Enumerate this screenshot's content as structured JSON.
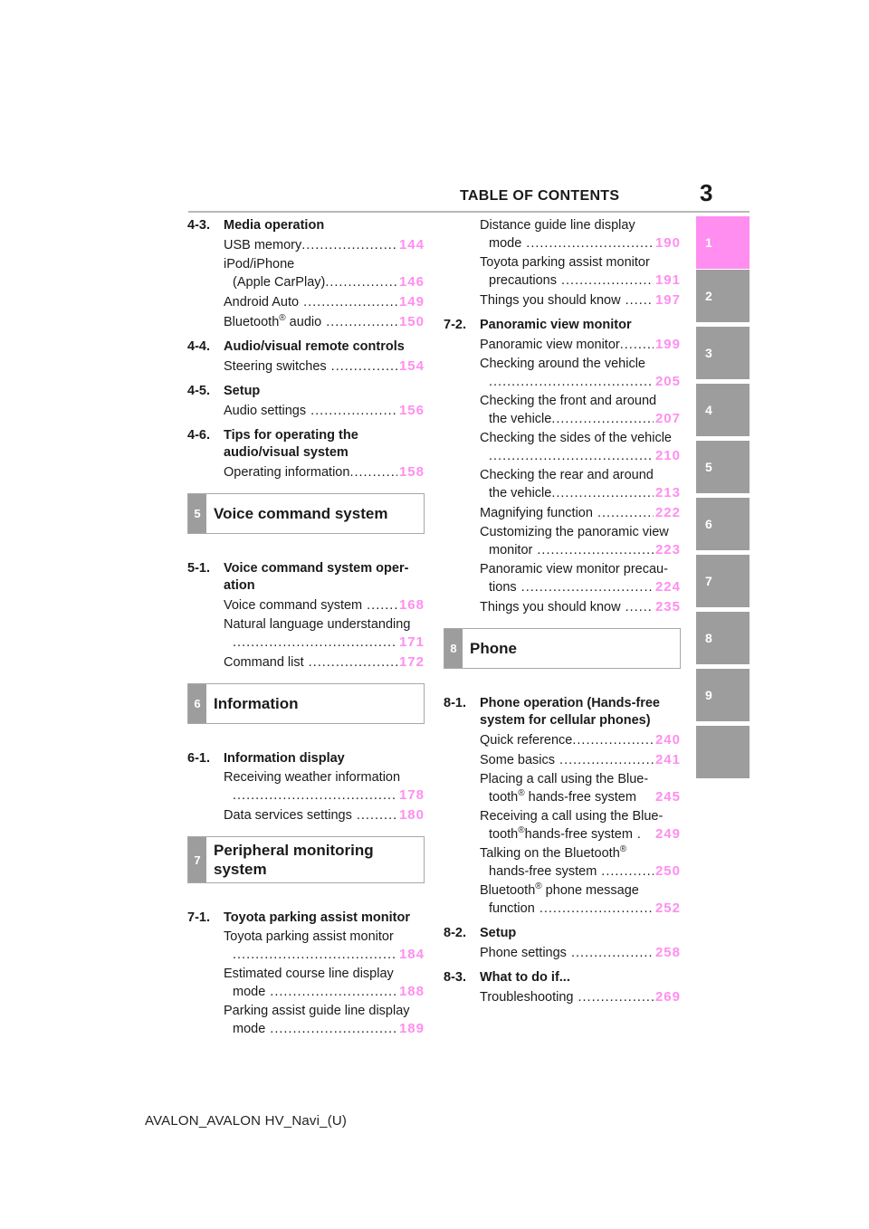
{
  "header": {
    "title": "TABLE OF CONTENTS",
    "page_number": "3"
  },
  "side_tabs": [
    {
      "label": "1",
      "active": true
    },
    {
      "label": "2"
    },
    {
      "label": "3"
    },
    {
      "label": "4"
    },
    {
      "label": "5"
    },
    {
      "label": "6"
    },
    {
      "label": "7"
    },
    {
      "label": "8"
    },
    {
      "label": "9"
    },
    {
      "label": ""
    }
  ],
  "col1": {
    "s43": {
      "num": "4-3.",
      "title": "Media operation",
      "e1": {
        "l1": "USB memory",
        "page": "144"
      },
      "e2": {
        "l1": "iPod/iPhone",
        "l2": "(Apple CarPlay)",
        "page": "146"
      },
      "e3": {
        "l1": "Android Auto",
        "page": "149"
      },
      "e4": {
        "l1": "Bluetooth",
        "sup": "®",
        "l1b": " audio",
        "page": "150"
      }
    },
    "s44": {
      "num": "4-4.",
      "title": "Audio/visual remote controls",
      "e1": {
        "l1": "Steering switches",
        "page": "154"
      }
    },
    "s45": {
      "num": "4-5.",
      "title": "Setup",
      "e1": {
        "l1": "Audio settings",
        "page": "156"
      }
    },
    "s46": {
      "num": "4-6.",
      "title": "Tips for operating the audio/visual system",
      "e1": {
        "l1": "Operating information",
        "page": "158"
      }
    },
    "box5": {
      "num": "5",
      "title": "Voice command system"
    },
    "s51": {
      "num": "5-1.",
      "title": "Voice command system oper-ation",
      "e1": {
        "l1": "Voice command system",
        "page": "168"
      },
      "e2": {
        "l1": "Natural language understanding",
        "page": "171"
      },
      "e3": {
        "l1": "Command list",
        "page": "172"
      }
    },
    "box6": {
      "num": "6",
      "title": "Information"
    },
    "s61": {
      "num": "6-1.",
      "title": "Information display",
      "e1": {
        "l1": "Receiving weather information",
        "page": "178"
      },
      "e2": {
        "l1": "Data services settings",
        "page": "180"
      }
    },
    "box7": {
      "num": "7",
      "title": "Peripheral monitoring system"
    },
    "s71": {
      "num": "7-1.",
      "title": "Toyota parking assist monitor",
      "e1": {
        "l1": "Toyota parking assist monitor",
        "page": "184"
      },
      "e2": {
        "l1": "Estimated course line display",
        "l2": "mode",
        "page": "188"
      },
      "e3": {
        "l1": "Parking assist guide line display",
        "l2": "mode",
        "page": "189"
      }
    }
  },
  "col2": {
    "cont": {
      "e1": {
        "l1": "Distance guide line display",
        "l2": "mode",
        "page": "190"
      },
      "e2": {
        "l1": "Toyota parking assist monitor",
        "l2": "precautions",
        "page": "191"
      },
      "e3": {
        "l1": "Things you should know",
        "page": "197"
      }
    },
    "s72": {
      "num": "7-2.",
      "title": "Panoramic view monitor",
      "e1": {
        "l1": "Panoramic view monitor",
        "page": "199"
      },
      "e2": {
        "l1": "Checking around the vehicle",
        "page": "205"
      },
      "e3": {
        "l1": "Checking the front and around",
        "l2": "the vehicle",
        "page": "207"
      },
      "e4": {
        "l1": "Checking the sides of the vehicle",
        "page": "210"
      },
      "e5": {
        "l1": "Checking the rear and around",
        "l2": "the vehicle",
        "page": "213"
      },
      "e6": {
        "l1": "Magnifying function",
        "page": "222"
      },
      "e7": {
        "l1": "Customizing the panoramic view",
        "l2": "monitor",
        "page": "223"
      },
      "e8": {
        "l1": "Panoramic view monitor precau-",
        "l2": "tions",
        "page": "224"
      },
      "e9": {
        "l1": "Things you should know",
        "page": "235"
      }
    },
    "box8": {
      "num": "8",
      "title": "Phone"
    },
    "s81": {
      "num": "8-1.",
      "title": "Phone operation (Hands-free system for cellular phones)",
      "e1": {
        "l1": "Quick reference",
        "page": "240"
      },
      "e2": {
        "l1": "Some basics",
        "page": "241"
      },
      "e3": {
        "l1": "Placing a call using the Blue-",
        "l2": "tooth",
        "sup": "®",
        "l2b": " hands-free system",
        "page": "245"
      },
      "e4": {
        "l1": "Receiving a call using the Blue-",
        "l2": "tooth",
        "sup": "®",
        "l2b": "hands-free system",
        "page": "249"
      },
      "e5": {
        "l1": "Talking on the Bluetooth",
        "sup": "®",
        "l2": "hands-free system",
        "page": "250"
      },
      "e6": {
        "l1": "Bluetooth",
        "sup": "®",
        "l1b": " phone message",
        "l2": "function",
        "page": "252"
      }
    },
    "s82": {
      "num": "8-2.",
      "title": "Setup",
      "e1": {
        "l1": "Phone settings",
        "page": "258"
      }
    },
    "s83": {
      "num": "8-3.",
      "title": "What to do if...",
      "e1": {
        "l1": "Troubleshooting",
        "page": "269"
      }
    }
  },
  "footer": "AVALON_AVALON HV_Navi_(U)",
  "colors": {
    "accent_pink": "#ff8ef0",
    "tab_gray": "#9d9d9d"
  }
}
